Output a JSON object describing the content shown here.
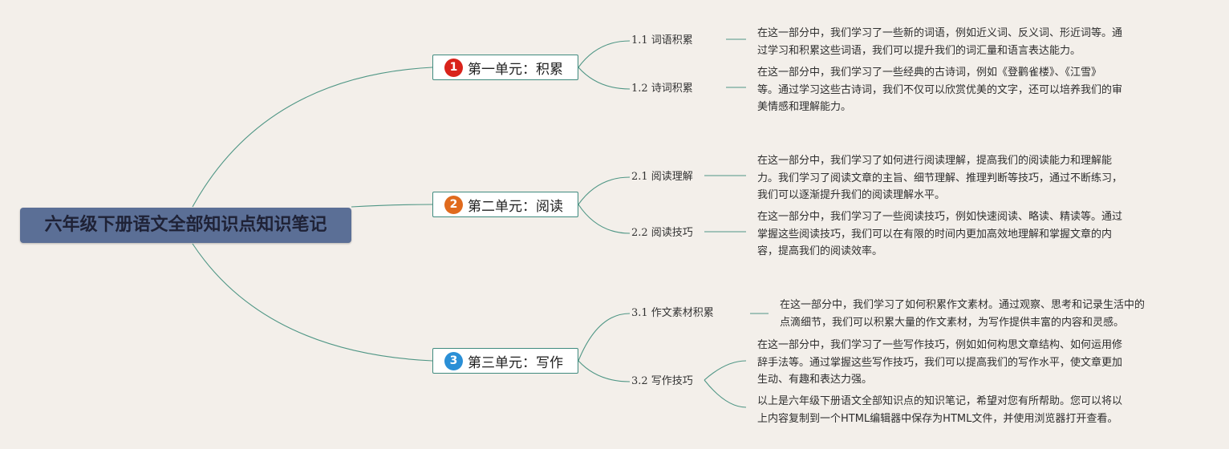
{
  "root": {
    "title": "六年级下册语文全部知识点知识笔记"
  },
  "colors": {
    "line": "#4f9685",
    "root_bg": "#5b6f96",
    "badge_1": "#d9231b",
    "badge_2": "#e06a1d",
    "badge_3": "#2a8fd6"
  },
  "units": [
    {
      "number": "1",
      "label": "第一单元：积累",
      "subs": [
        {
          "label": "1.1 词语积累",
          "lines": [
            "在这一部分中，我们学习了一些新的词语，例如近义词、反义词、形近词等。通",
            "过学习和积累这些词语，我们可以提升我们的词汇量和语言表达能力。"
          ]
        },
        {
          "label": "1.2 诗词积累",
          "lines": [
            "在这一部分中，我们学习了一些经典的古诗词，例如《登鹳雀楼》、《江雪》",
            "等。通过学习这些古诗词，我们不仅可以欣赏优美的文字，还可以培养我们的审",
            "美情感和理解能力。"
          ]
        }
      ]
    },
    {
      "number": "2",
      "label": "第二单元：阅读",
      "subs": [
        {
          "label": "2.1 阅读理解",
          "lines": [
            "在这一部分中，我们学习了如何进行阅读理解，提高我们的阅读能力和理解能",
            "力。我们学习了阅读文章的主旨、细节理解、推理判断等技巧，通过不断练习，",
            "我们可以逐渐提升我们的阅读理解水平。"
          ]
        },
        {
          "label": "2.2 阅读技巧",
          "lines": [
            "在这一部分中，我们学习了一些阅读技巧，例如快速阅读、略读、精读等。通过",
            "掌握这些阅读技巧，我们可以在有限的时间内更加高效地理解和掌握文章的内",
            "容，提高我们的阅读效率。"
          ]
        }
      ]
    },
    {
      "number": "3",
      "label": "第三单元：写作",
      "subs": [
        {
          "label": "3.1 作文素材积累",
          "lines": [
            "在这一部分中，我们学习了如何积累作文素材。通过观察、思考和记录生活中的",
            "点滴细节，我们可以积累大量的作文素材，为写作提供丰富的内容和灵感。"
          ]
        },
        {
          "label": "3.2 写作技巧",
          "lines": [
            "在这一部分中，我们学习了一些写作技巧，例如如何构思文章结构、如何运用修",
            "辞手法等。通过掌握这些写作技巧，我们可以提高我们的写作水平，使文章更加",
            "生动、有趣和表达力强。"
          ],
          "extra_lines": [
            "以上是六年级下册语文全部知识点的知识笔记，希望对您有所帮助。您可以将以",
            "上内容复制到一个HTML编辑器中保存为HTML文件，并使用浏览器打开查看。"
          ]
        }
      ]
    }
  ]
}
